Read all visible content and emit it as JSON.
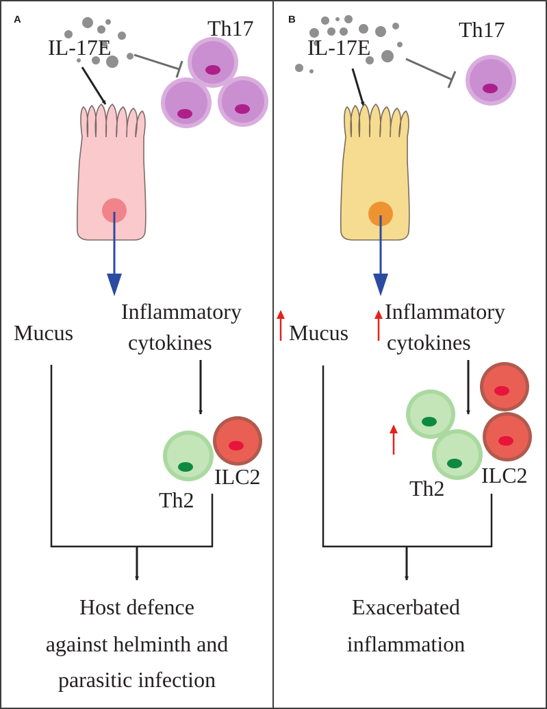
{
  "panel_a": {
    "letter": "A",
    "cytokine_label": "IL-17E",
    "th17_label": "Th17",
    "mucus_label": "Mucus",
    "inflammatory_line1": "Inflammatory",
    "inflammatory_line2": "cytokines",
    "th2_label": "Th2",
    "ilc2_label": "ILC2",
    "outcome_line1": "Host defence",
    "outcome_line2": "against helminth and",
    "outcome_line3": "parasitic infection"
  },
  "panel_b": {
    "letter": "B",
    "cytokine_label": "IL-17E",
    "th17_label": "Th17",
    "mucus_label": "Mucus",
    "inflammatory_line1": "Inflammatory",
    "inflammatory_line2": "cytokines",
    "th2_label": "Th2",
    "ilc2_label": "ILC2",
    "outcome_line1": "Exacerbated",
    "outcome_line2": "inflammation"
  },
  "colors": {
    "border": "#3d3d3d",
    "particle": "#8f8f8f",
    "th17_outer": "#d9aede",
    "th17_inner": "#c98fd0",
    "th17_nucleus": "#ad1f8a",
    "th2_outer": "#aad9a0",
    "th2_inner": "#c3e5b8",
    "th2_nucleus": "#0d8a3f",
    "ilc2_outer": "#b05a4e",
    "ilc2_inner": "#ea5f53",
    "ilc2_nucleus": "#e7143c",
    "epithelial_a_fill": "#f9c9cb",
    "epithelial_a_nucleus": "#f0848a",
    "epithelial_b_fill": "#f6dc90",
    "epithelial_b_nucleus": "#ee9331",
    "signal_arrow": "#2b4aa2",
    "increase_arrow": "#e3231b",
    "text": "#231f20"
  }
}
